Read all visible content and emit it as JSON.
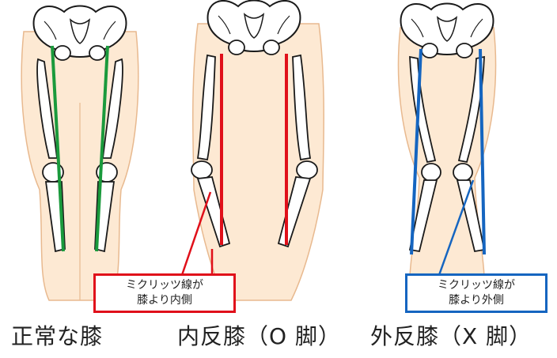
{
  "panels": [
    {
      "caption": "正常な膝",
      "line_color": "#1a9a3c"
    },
    {
      "caption": "内反膝（O 脚）",
      "line_color": "#e0101a",
      "callout": {
        "line1": "ミクリッツ線が",
        "line2": "膝より内側"
      }
    },
    {
      "caption": "外反膝（X 脚）",
      "line_color": "#1565c0",
      "callout": {
        "line1": "ミクリッツ線が",
        "line2": "膝より外側"
      }
    }
  ],
  "colors": {
    "skin": "#fde9d3",
    "skin_outline": "#e8b98f",
    "bone": "#ffffff",
    "bone_outline": "#1a1a1a"
  }
}
